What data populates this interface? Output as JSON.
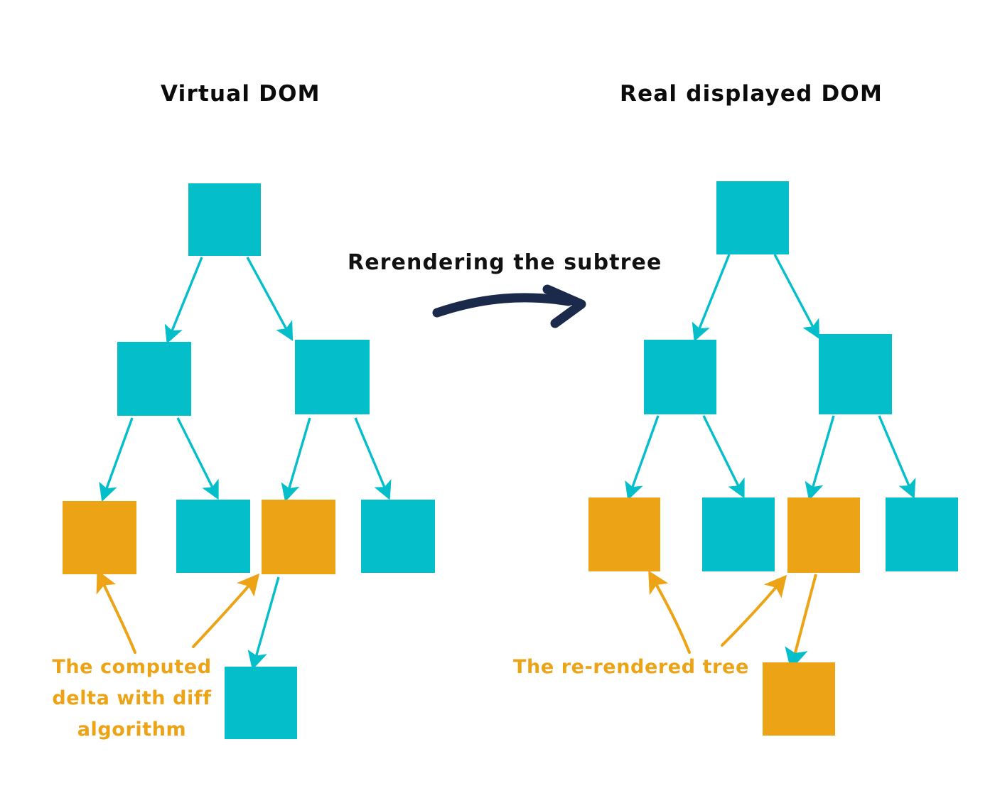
{
  "diagram": {
    "title_left": "Virtual DOM",
    "title_right": "Real displayed DOM",
    "transition_label": "Rerendering the subtree",
    "caption_left": "The computed\ndelta with diff\nalgorithm",
    "caption_right": "The re-rendered tree",
    "colors": {
      "teal": "#04BFCA",
      "orange": "#EDA316",
      "arrow_dark": "#1B2A4A",
      "text_dark": "#0B0B0B",
      "background": "#FFFFFF"
    },
    "left_tree": {
      "name": "virtual-dom-tree",
      "root": {
        "color": "teal"
      },
      "level2": [
        {
          "color": "teal"
        },
        {
          "color": "teal"
        }
      ],
      "leaves": [
        {
          "color": "orange"
        },
        {
          "color": "teal"
        },
        {
          "color": "orange"
        },
        {
          "color": "teal"
        }
      ],
      "detached": {
        "color": "teal"
      }
    },
    "right_tree": {
      "name": "real-dom-tree",
      "root": {
        "color": "teal"
      },
      "level2": [
        {
          "color": "teal"
        },
        {
          "color": "teal"
        }
      ],
      "leaves": [
        {
          "color": "orange"
        },
        {
          "color": "teal"
        },
        {
          "color": "orange"
        },
        {
          "color": "teal"
        }
      ],
      "detached": {
        "color": "orange"
      }
    }
  }
}
